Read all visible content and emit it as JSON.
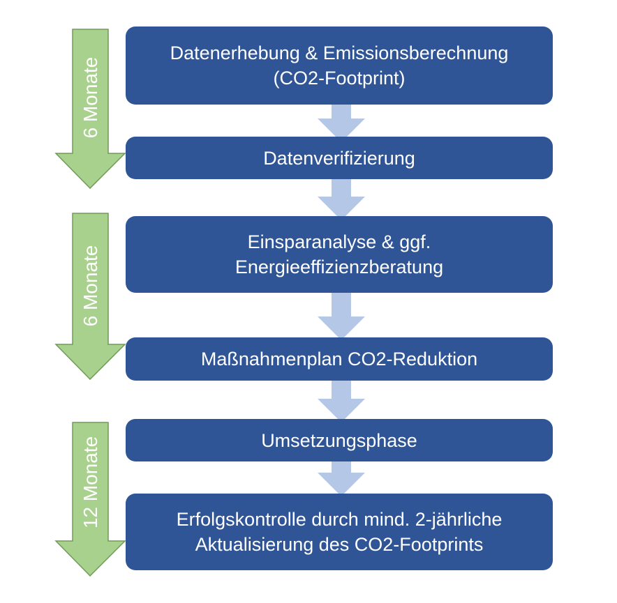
{
  "colors": {
    "box": "#2F5597",
    "connector": "#B4C7E7",
    "timeline_fill": "#A9D18E",
    "timeline_stroke": "#6F9C55"
  },
  "phases": [
    {
      "label": "6 Monate"
    },
    {
      "label": "6 Monate"
    },
    {
      "label": "12 Monate"
    }
  ],
  "steps": [
    {
      "line1": "Datenerhebung & Emissionsberechnung",
      "line2": "(CO2-Footprint)"
    },
    {
      "line1": "Datenverifizierung"
    },
    {
      "line1": "Einsparanalyse & ggf.",
      "line2": "Energieeffizienzberatung"
    },
    {
      "line1": "Maßnahmenplan CO2-Reduktion"
    },
    {
      "line1": "Umsetzungsphase"
    },
    {
      "line1": "Erfolgskontrolle durch mind. 2-jährliche",
      "line2": "Aktualisierung des CO2-Footprints"
    }
  ]
}
